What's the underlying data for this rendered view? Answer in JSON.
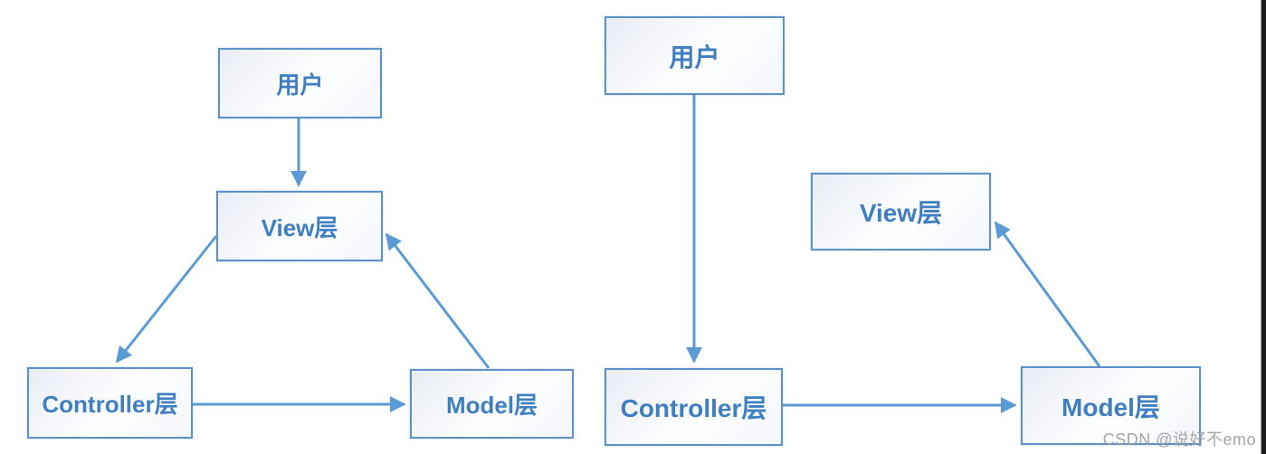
{
  "diagrams": {
    "left": {
      "user": "用户",
      "view": "View层",
      "controller": "Controller层",
      "model": "Model层"
    },
    "right": {
      "user": "用户",
      "view": "View层",
      "controller": "Controller层",
      "model": "Model层"
    }
  },
  "watermark": {
    "text": "CSDN @说好不emo"
  },
  "colors": {
    "box_border": "#5e91cc",
    "box_text": "#3e7fc1",
    "arrow": "#5b9bd5",
    "watermark_text": "#9c9c9c",
    "background": "#ffffff",
    "edge_strip": "#1c1c1c"
  }
}
